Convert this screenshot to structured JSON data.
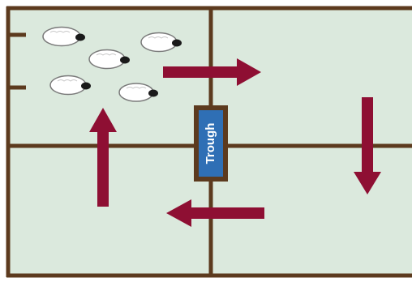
{
  "diagram": {
    "trough_label": "Trough",
    "field_color": "#dbe9dd",
    "fence_color": "#5c3a1e",
    "arrow_color": "#8e0f33",
    "trough_color": "#2f6fb5",
    "sheep_body_color": "#ffffff",
    "sheep_head_color": "#1a1a1a",
    "sheep_count": 5,
    "paddock_count": 4
  }
}
